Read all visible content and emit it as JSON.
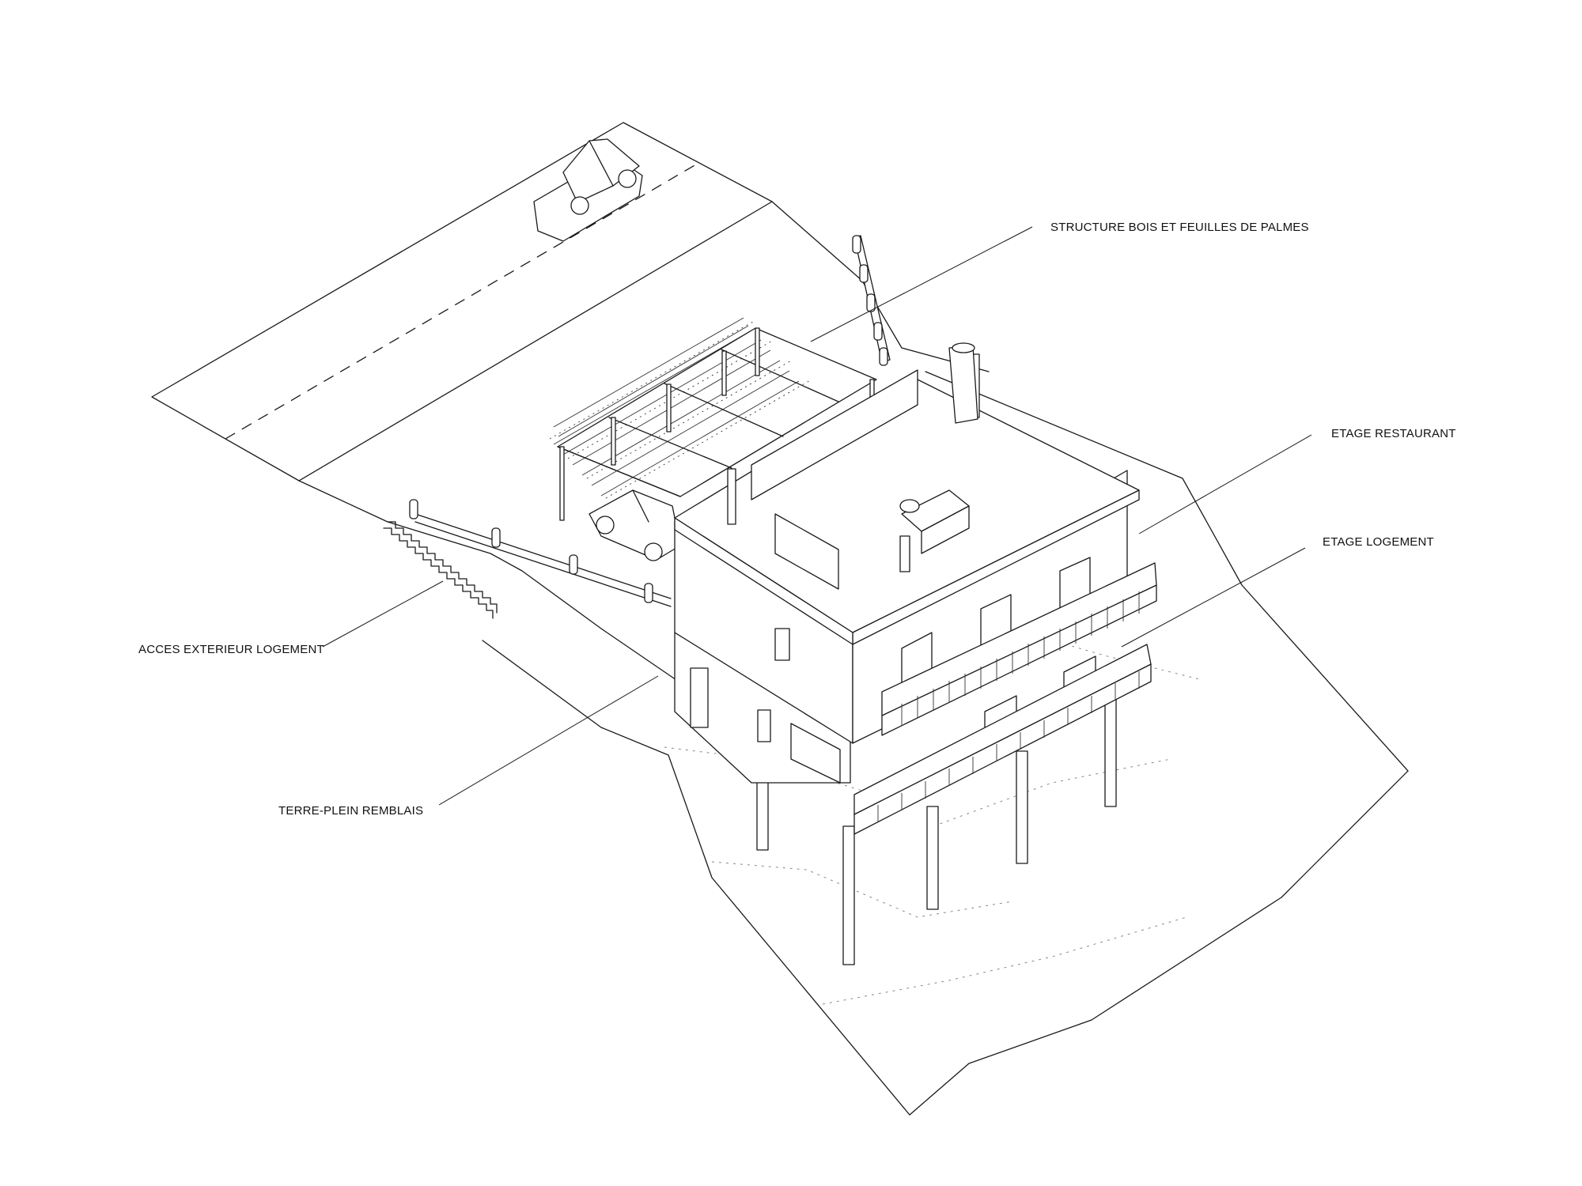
{
  "labels": {
    "structure_bois": "STRUCTURE BOIS ET FEUILLES DE PALMES",
    "etage_restaurant": "ETAGE RESTAURANT",
    "etage_logement": "ETAGE LOGEMENT",
    "acces_exterieur": "ACCES EXTERIEUR LOGEMENT",
    "terre_plein": "TERRE-PLEIN REMBLAIS"
  },
  "colors": {
    "line": "#1a1a1a",
    "background": "#ffffff",
    "contour_dots": "#8a8a8a"
  }
}
